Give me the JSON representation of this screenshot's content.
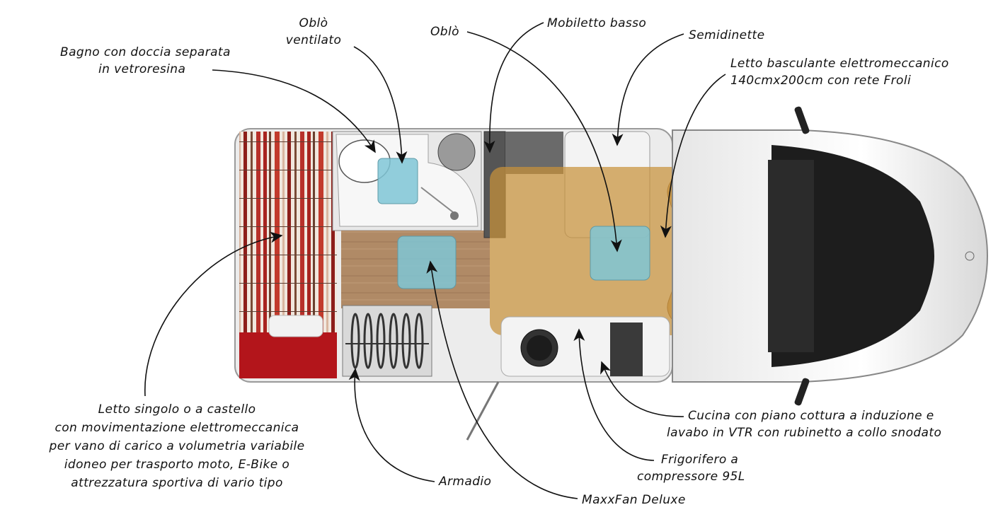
{
  "labels": {
    "bagno": [
      "Bagno con doccia separata",
      "in vetroresina"
    ],
    "oblo_ventilato": [
      "Oblò",
      "ventilato"
    ],
    "oblo": "Oblò",
    "mobiletto": "Mobiletto basso",
    "semidinette": "Semidinette",
    "letto_basculante": [
      "Letto basculante elettromeccanico",
      "140cmx200cm con rete Froli"
    ],
    "letto_singolo": [
      "Letto singolo o a castello",
      "con movimentazione elettromeccanica",
      "per vano di carico a volumetria variabile",
      "idoneo per trasporto moto, E-Bike o",
      "attrezzatura sportiva di vario tipo"
    ],
    "armadio": "Armadio",
    "maxxfan": "MaxxFan Deluxe",
    "frigorifero": [
      "Frigorifero a",
      "compressore 95L"
    ],
    "cucina": [
      "Cucina con piano cottura a induzione e",
      "lavabo in VTR con rubinetto a collo snodato"
    ]
  },
  "colors": {
    "bed_overlay": "#c8923a",
    "skylight": "#7fc6d6",
    "floor_wood": "#b08a66",
    "rear_bed_red": "#b3151b",
    "cab_body": "#f4f4f4"
  }
}
